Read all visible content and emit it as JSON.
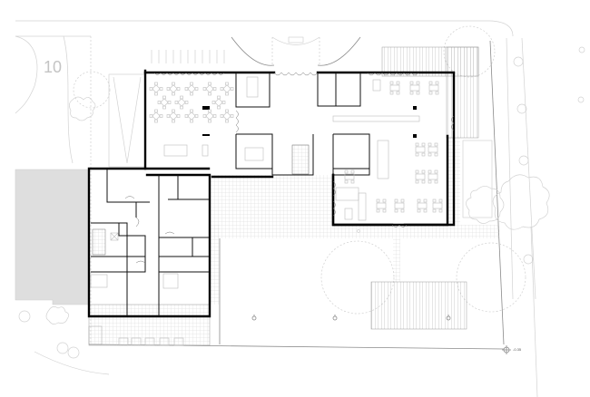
{
  "drawing": {
    "type": "site-floor-plan",
    "colors": {
      "background": "#ffffff",
      "walls": "#000000",
      "neighbor_building_fill": "#dedede",
      "landscape_lines": "#d2d2d2",
      "paving_grid": "#d6d6d6"
    }
  },
  "labels": {
    "neighbor_building_number": "10",
    "elevation_marker": "-0.35"
  },
  "elements": {
    "north_wing": "restaurant / dining hall",
    "east_wing": "cafe with terrace",
    "west_wing": "service rooms and staircase",
    "courtyard": "garden with trees and pergola deck"
  }
}
